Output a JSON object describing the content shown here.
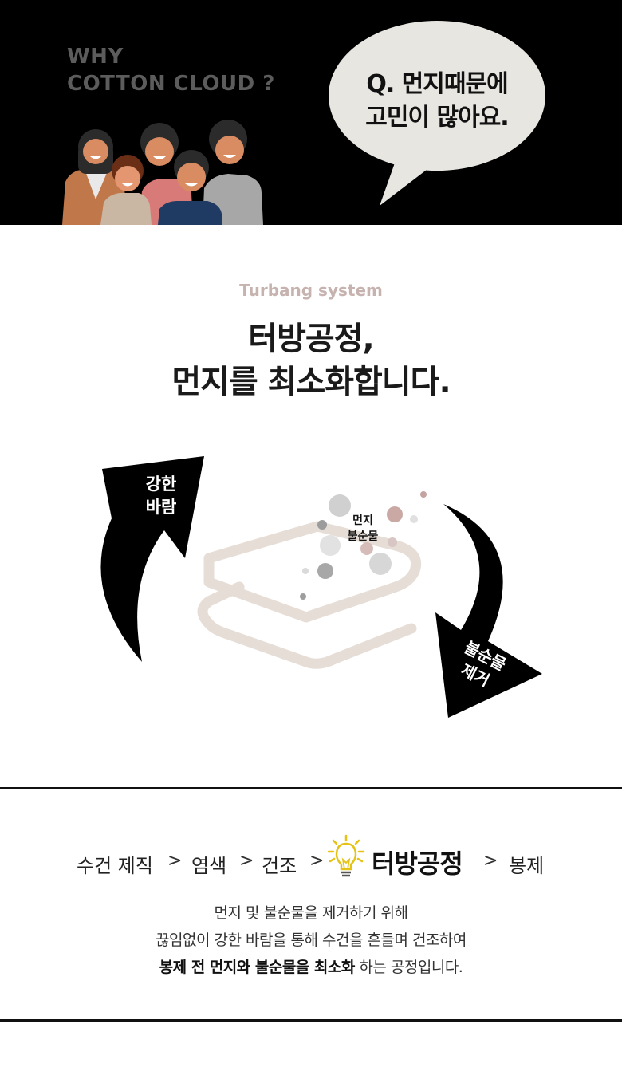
{
  "hero": {
    "why_line1": "WHY",
    "why_line2": "COTTON CLOUD ?",
    "bubble_line1": "Q. 먼지때문에",
    "bubble_line2": "고민이 많아요."
  },
  "intro": {
    "subtitle": "Turbang system",
    "title_line1": "터방공정,",
    "title_line2": "먼지를 최소화합니다."
  },
  "diagram": {
    "strong_wind_line1": "강한",
    "strong_wind_line2": "바람",
    "dust_line1": "먼지",
    "dust_line2": "불순물",
    "remove_line1": "불순물",
    "remove_line2": "제거"
  },
  "process": {
    "steps": [
      "수건 제직",
      "염색",
      "건조"
    ],
    "separator": ">",
    "highlight": "터방공정",
    "final": "봉제"
  },
  "description": {
    "line1": "먼지 및 불순물을 제거하기 위해",
    "line2": "끊임없이 강한 바람을 통해 수건을 흔들며 건조하여",
    "line3_bold": "봉제 전 먼지와 불순물을 최소화",
    "line3_rest": " 하는 공정입니다."
  },
  "colors": {
    "hero_bg": "#000000",
    "bubble": "#e8e6e1",
    "subtitle": "#c6b2ae",
    "towel_line": "#e6ddd6",
    "bulb": "#e5c316"
  }
}
